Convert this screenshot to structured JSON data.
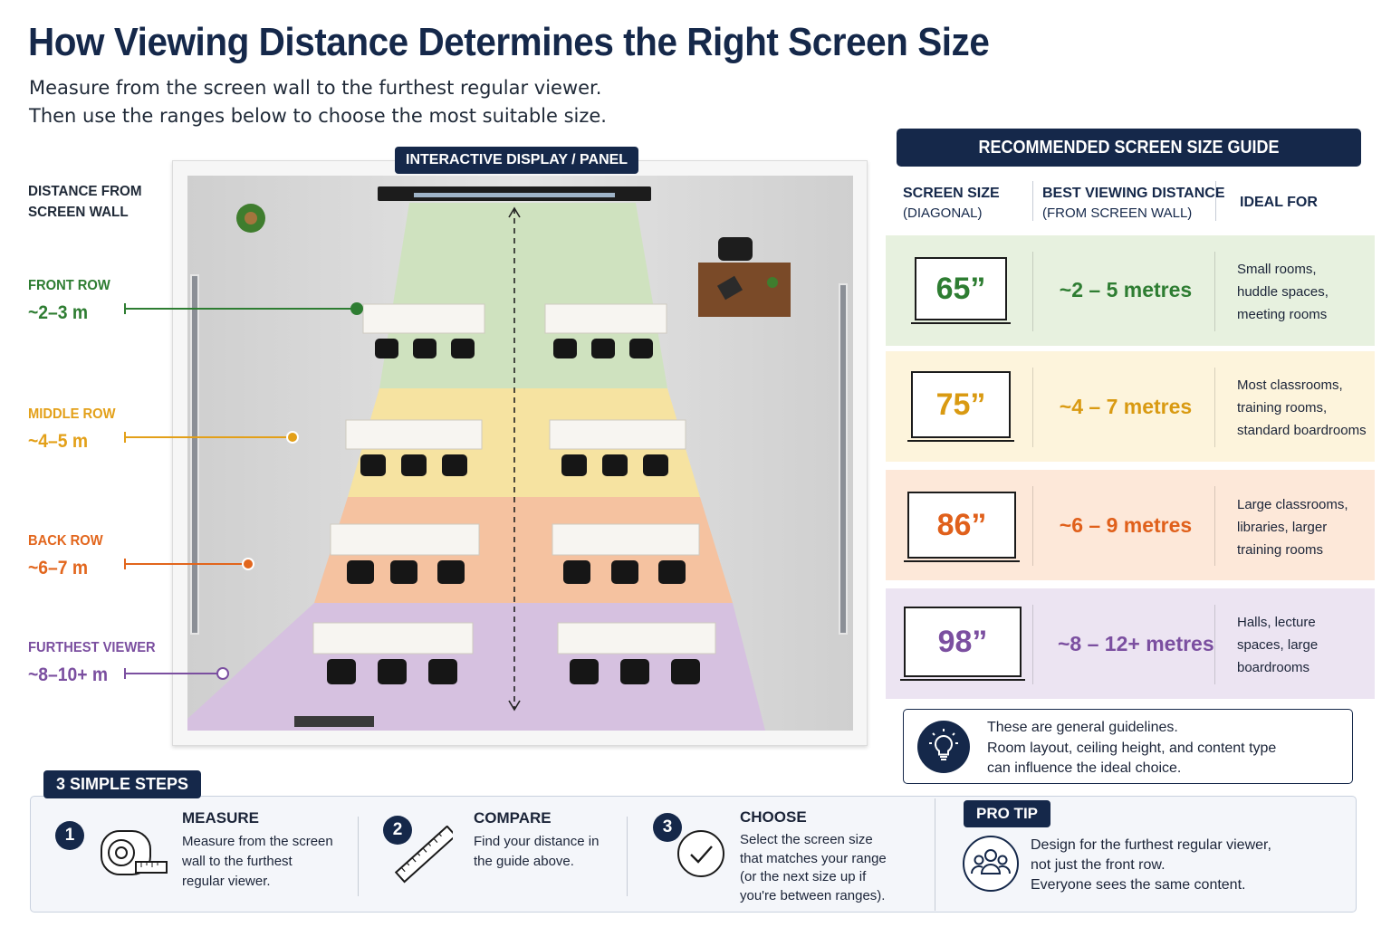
{
  "title": "How Viewing Distance Determines the Right Screen Size",
  "subtitle": {
    "line1": "Measure from the screen wall to the furthest regular viewer.",
    "line2": "Then use the ranges below to choose the most suitable size."
  },
  "distance_header": {
    "line1": "DISTANCE FROM",
    "line2": "SCREEN WALL"
  },
  "rows": [
    {
      "name": "FRONT ROW",
      "distance": "~2–3 m",
      "color": "#2e7d32"
    },
    {
      "name": "MIDDLE ROW",
      "distance": "~4–5 m",
      "color": "#e3a019"
    },
    {
      "name": "BACK ROW",
      "distance": "~6–7 m",
      "color": "#e2661d"
    },
    {
      "name": "FURTHEST VIEWER",
      "distance": "~8–10+ m",
      "color": "#7b4fa0"
    }
  ],
  "panel_label": "INTERACTIVE DISPLAY / PANEL",
  "guide": {
    "heading": "RECOMMENDED SCREEN SIZE GUIDE",
    "columns": {
      "size_title": "SCREEN SIZE",
      "size_sub": "(DIAGONAL)",
      "distance_title": "BEST VIEWING DISTANCE",
      "distance_sub": "(FROM SCREEN WALL)",
      "ideal_title": "IDEAL FOR"
    },
    "sizes": [
      {
        "size": "65”",
        "distance": "~2 – 5 metres",
        "ideal": [
          "Small rooms,",
          "huddle spaces,",
          "meeting rooms"
        ],
        "color": "#2e7d32",
        "bg": "#e7f1df"
      },
      {
        "size": "75”",
        "distance": "~4 – 7 metres",
        "ideal": [
          "Most classrooms,",
          "training rooms,",
          "standard boardrooms"
        ],
        "color": "#d99a12",
        "bg": "#fdf4dc"
      },
      {
        "size": "86”",
        "distance": "~6 – 9 metres",
        "ideal": [
          "Large classrooms,",
          "libraries, larger",
          "training rooms"
        ],
        "color": "#e0601b",
        "bg": "#fde8d9"
      },
      {
        "size": "98”",
        "distance": "~8 – 12+ metres",
        "ideal": [
          "Halls, lecture",
          "spaces, large",
          "boardrooms"
        ],
        "color": "#7b4fa0",
        "bg": "#ece4f2"
      }
    ]
  },
  "note": {
    "icon": "lightbulb-icon",
    "line1": "These are general guidelines.",
    "line2": "Room layout, ceiling height, and content type",
    "line3": "can influence the ideal choice."
  },
  "steps": {
    "heading": "3 SIMPLE STEPS",
    "items": [
      {
        "number": "1",
        "title": "MEASURE",
        "lines": [
          "Measure from the screen",
          "wall to the furthest",
          "regular viewer."
        ],
        "icon": "tape-measure-icon"
      },
      {
        "number": "2",
        "title": "COMPARE",
        "lines": [
          "Find your distance in",
          "the guide above."
        ],
        "icon": "ruler-icon"
      },
      {
        "number": "3",
        "title": "CHOOSE",
        "lines": [
          "Select the screen size",
          "that matches your range",
          "(or the next size up if",
          "you're between ranges)."
        ],
        "icon": "checkmark-circle-icon"
      }
    ]
  },
  "pro_tip": {
    "heading": "PRO TIP",
    "icon": "group-icon",
    "lines": [
      "Design for the furthest regular viewer,",
      "not just the front row.",
      "Everyone sees the same content."
    ]
  },
  "colors": {
    "navy": "#15284a"
  }
}
